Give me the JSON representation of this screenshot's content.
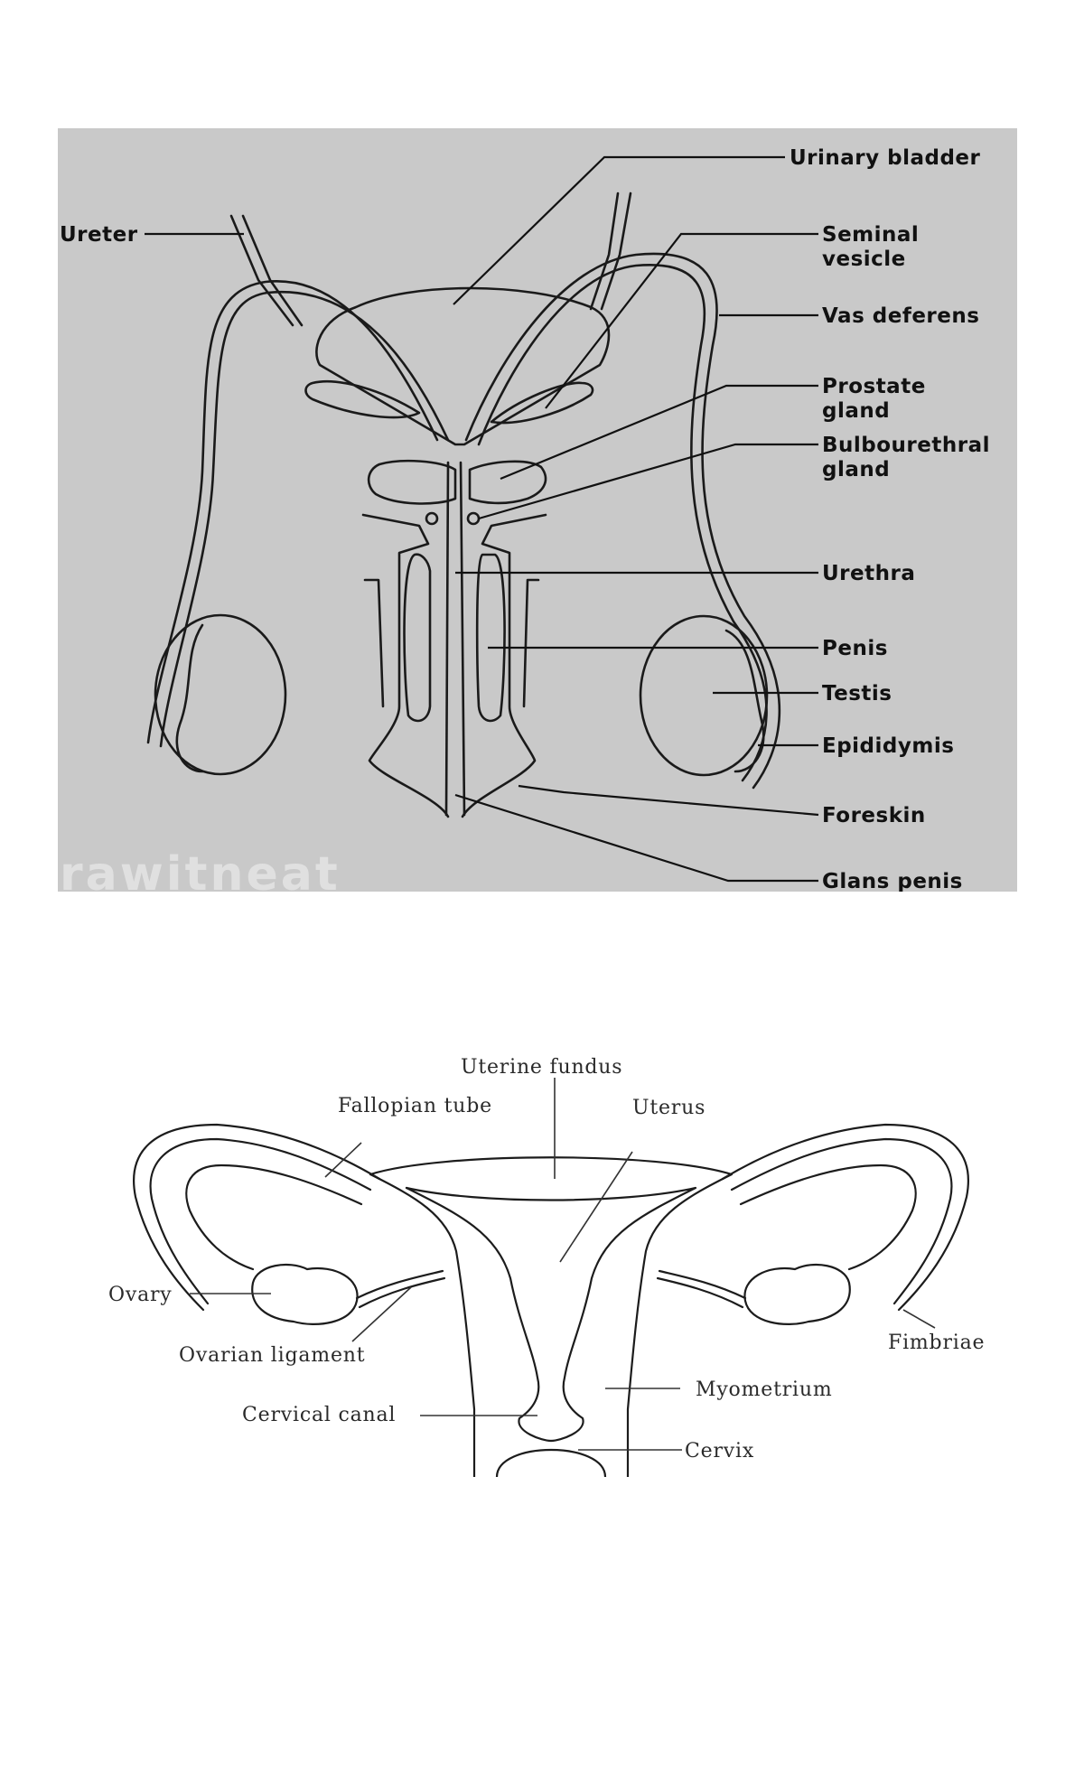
{
  "male": {
    "labels": {
      "urinary_bladder": "Urinary bladder",
      "ureter": "Ureter",
      "seminal_vesicle_1": "Seminal",
      "seminal_vesicle_2": "vesicle",
      "vas_deferens": "Vas deferens",
      "prostate_1": "Prostate",
      "prostate_2": "gland",
      "bulbourethral_1": "Bulbourethral",
      "bulbourethral_2": "gland",
      "urethra": "Urethra",
      "penis": "Penis",
      "testis": "Testis",
      "epididymis": "Epididymis",
      "foreskin": "Foreskin",
      "glans_penis": "Glans penis"
    },
    "watermark": "rawitneat"
  },
  "female": {
    "labels": {
      "uterine_fundus": "Uterine fundus",
      "fallopian_tube": "Fallopian tube",
      "uterus": "Uterus",
      "ovary": "Ovary",
      "ovarian_ligament": "Ovarian ligament",
      "fimbriae": "Fimbriae",
      "myometrium": "Myometrium",
      "cervical_canal": "Cervical canal",
      "cervix": "Cervix"
    }
  }
}
